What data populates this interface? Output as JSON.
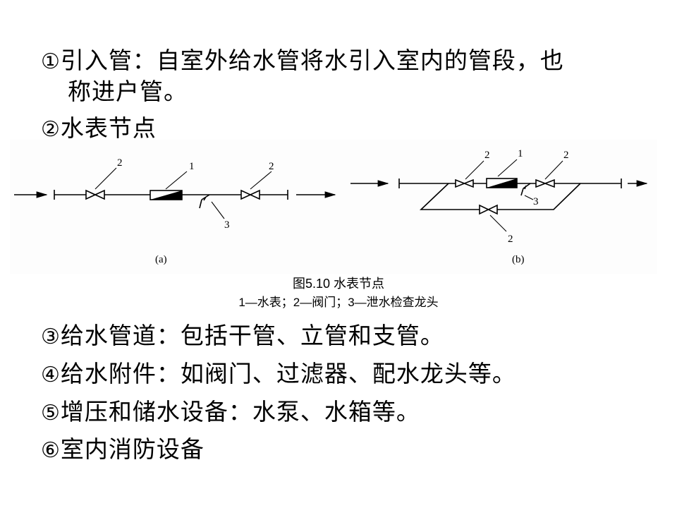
{
  "items": [
    {
      "marker": "①",
      "text": "引入管：自室外给水管将水引入室内的管段，也",
      "continuation": "称进户管。"
    },
    {
      "marker": "②",
      "text": "水表节点"
    },
    {
      "marker": "③",
      "text": "给水管道：包括干管、立管和支管。"
    },
    {
      "marker": "④",
      "text": "给水附件：如阀门、过滤器、配水龙头等。"
    },
    {
      "marker": "⑤",
      "text": "增压和储水设备：水泵、水箱等。"
    },
    {
      "marker": "⑥",
      "text": "室内消防设备"
    }
  ],
  "figure": {
    "title": "图5.10  水表节点",
    "legend": "1—水表；2—阀门；3—泄水检查龙头",
    "sub_a": "(a)",
    "sub_b": "(b)",
    "labels": {
      "meter": "1",
      "valve": "2",
      "drain_tap": "3"
    }
  }
}
